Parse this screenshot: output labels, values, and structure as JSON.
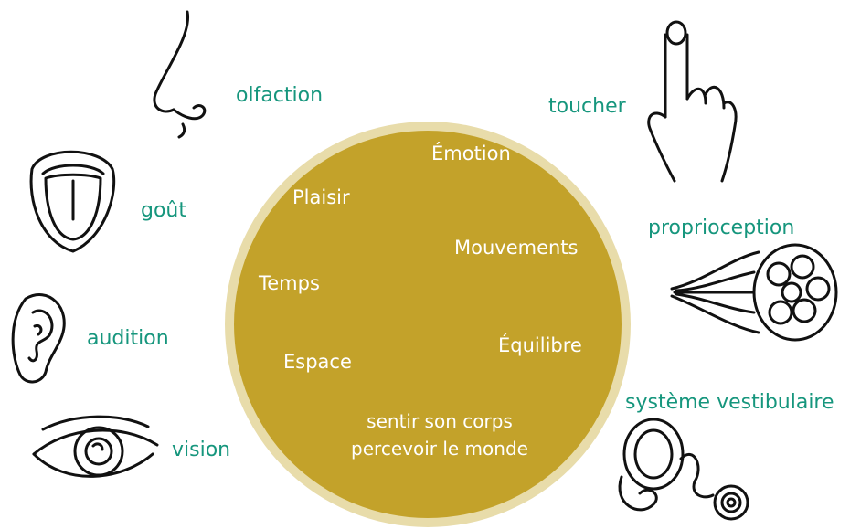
{
  "colors": {
    "circle_fill": "#c3a22a",
    "circle_ring": "#e8dcaa",
    "sense_label": "#16967d",
    "circle_text": "#ffffff"
  },
  "senses": {
    "olfaction": "olfaction",
    "gout": "goût",
    "audition": "audition",
    "vision": "vision",
    "toucher": "toucher",
    "proprioception": "proprioception",
    "vestibulaire": "système vestibulaire"
  },
  "concepts": {
    "emotion": "Émotion",
    "plaisir": "Plaisir",
    "mouvements": "Mouvements",
    "temps": "Temps",
    "equilibre": "Équilibre",
    "espace": "Espace",
    "center_line1": "sentir son corps",
    "center_line2": "percevoir le monde"
  },
  "icons": [
    "nose-icon",
    "mouth-icon",
    "ear-icon",
    "eye-icon",
    "finger-icon",
    "muscle-icon",
    "inner-ear-icon"
  ]
}
